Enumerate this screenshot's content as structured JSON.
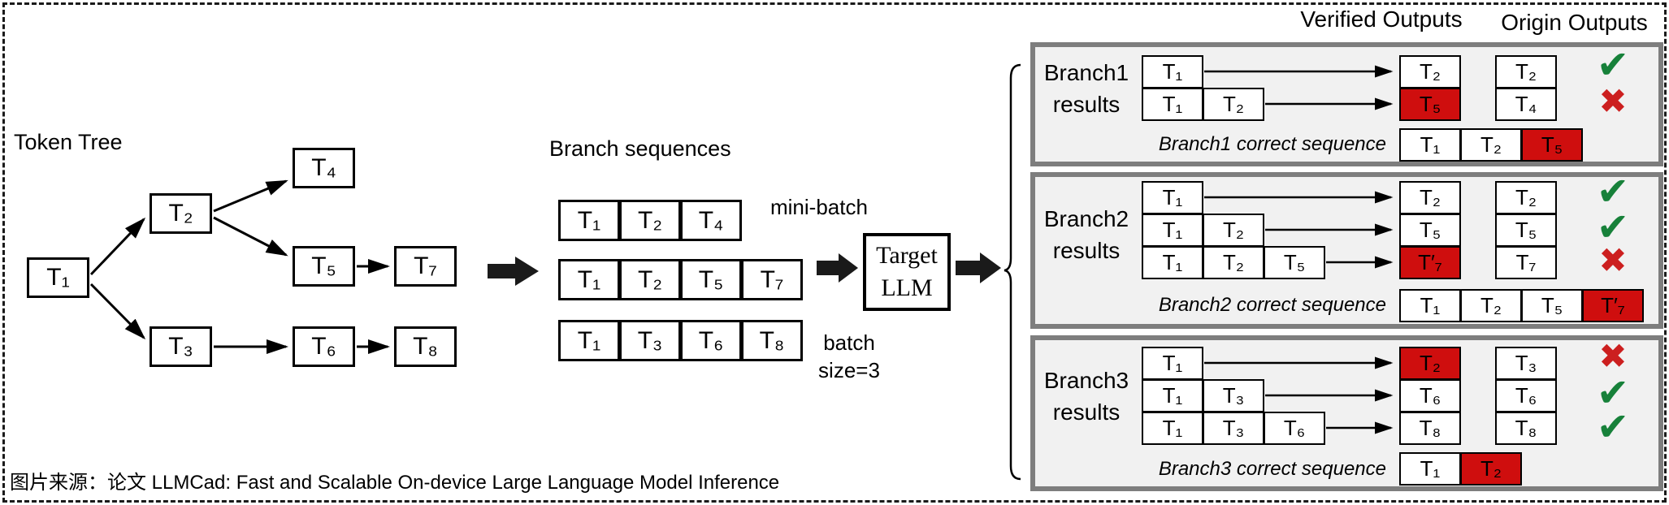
{
  "caption": "图片来源：论文 LLMCad: Fast and Scalable On-device Large Language Model Inference",
  "headers": {
    "verified": "Verified Outputs",
    "origin": "Origin Outputs"
  },
  "icons": {
    "check": "✔",
    "cross": "✖"
  },
  "colors": {
    "red_cell": "#cf0e0e",
    "panel_bg": "#f1f1f1",
    "panel_border": "#7e7e7e",
    "check_green": "#17813a",
    "cross_red": "#cc1f1f"
  },
  "token_tree": {
    "title": "Token Tree",
    "nodes": [
      "T₁",
      "T₂",
      "T₃",
      "T₄",
      "T₅",
      "T₆",
      "T₇",
      "T₈"
    ],
    "edges": [
      "T1→T2",
      "T1→T3",
      "T2→T4",
      "T2→T5",
      "T5→T7",
      "T3→T6",
      "T6→T8"
    ]
  },
  "branch_sequences": {
    "title": "Branch sequences",
    "rows": [
      [
        "T₁",
        "T₂",
        "T₄"
      ],
      [
        "T₁",
        "T₂",
        "T₅",
        "T₇"
      ],
      [
        "T₁",
        "T₃",
        "T₆",
        "T₈"
      ]
    ],
    "mini_batch_label": "mini-batch",
    "batch_label_line1": "batch",
    "batch_label_line2": "size=3"
  },
  "target_llm": {
    "line1": "Target",
    "line2": "LLM"
  },
  "panels": [
    {
      "name_line1": "Branch1",
      "name_line2": "results",
      "inputs": [
        [
          "T₁"
        ],
        [
          "T₁",
          "T₂"
        ]
      ],
      "verified": [
        {
          "label": "T₂",
          "red": false
        },
        {
          "label": "T₅",
          "red": true
        }
      ],
      "origin": [
        "T₂",
        "T₄"
      ],
      "marks": [
        "check",
        "cross"
      ],
      "correct_label": "Branch1 correct sequence",
      "correct_seq": [
        {
          "label": "T₁",
          "red": false
        },
        {
          "label": "T₂",
          "red": false
        },
        {
          "label": "T₅",
          "red": true
        }
      ]
    },
    {
      "name_line1": "Branch2",
      "name_line2": "results",
      "inputs": [
        [
          "T₁"
        ],
        [
          "T₁",
          "T₂"
        ],
        [
          "T₁",
          "T₂",
          "T₅"
        ]
      ],
      "verified": [
        {
          "label": "T₂",
          "red": false
        },
        {
          "label": "T₅",
          "red": false
        },
        {
          "label": "T′₇",
          "red": true
        }
      ],
      "origin": [
        "T₂",
        "T₅",
        "T₇"
      ],
      "marks": [
        "check",
        "check",
        "cross"
      ],
      "correct_label": "Branch2 correct sequence",
      "correct_seq": [
        {
          "label": "T₁",
          "red": false
        },
        {
          "label": "T₂",
          "red": false
        },
        {
          "label": "T₅",
          "red": false
        },
        {
          "label": "T′₇",
          "red": true
        }
      ]
    },
    {
      "name_line1": "Branch3",
      "name_line2": "results",
      "inputs": [
        [
          "T₁"
        ],
        [
          "T₁",
          "T₃"
        ],
        [
          "T₁",
          "T₃",
          "T₆"
        ]
      ],
      "verified": [
        {
          "label": "T₂",
          "red": true
        },
        {
          "label": "T₆",
          "red": false
        },
        {
          "label": "T₈",
          "red": false
        }
      ],
      "origin": [
        "T₃",
        "T₆",
        "T₈"
      ],
      "marks": [
        "cross",
        "check",
        "check"
      ],
      "correct_label": "Branch3 correct sequence",
      "correct_seq": [
        {
          "label": "T₁",
          "red": false
        },
        {
          "label": "T₂",
          "red": true
        }
      ]
    }
  ]
}
